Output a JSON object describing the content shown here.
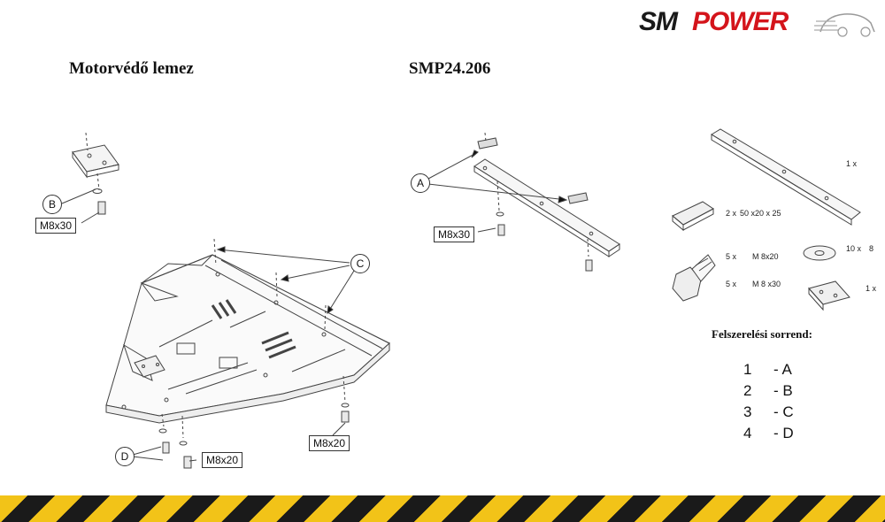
{
  "logo": {
    "sm": "SM",
    "power": "POWER",
    "sm_color": "#1a1a1a",
    "power_color": "#d4141b"
  },
  "header": {
    "title": "Motorvédő lemez",
    "code": "SMP24.206"
  },
  "callouts": {
    "a": "A",
    "b": "B",
    "c": "C",
    "d": "D",
    "bolt_b": "M8x30",
    "bolt_a": "M8x30",
    "bolt_c": "M8x20",
    "bolt_d": "M8x20"
  },
  "parts": [
    {
      "qty": "1 x",
      "desc": ""
    },
    {
      "qty": "2 x",
      "desc": "50  x20  x 25"
    },
    {
      "qty": "10 x",
      "desc": "8"
    },
    {
      "qty": "5 x",
      "desc": "M 8x20"
    },
    {
      "qty": "5 x",
      "desc": "M 8  x30"
    },
    {
      "qty": "1 x",
      "desc": ""
    }
  ],
  "sequence": {
    "title": "Felszerelési sorrend:",
    "steps": [
      {
        "num": "1",
        "label": "- A"
      },
      {
        "num": "2",
        "label": "- B"
      },
      {
        "num": "3",
        "label": "- C"
      },
      {
        "num": "4",
        "label": "- D"
      }
    ]
  },
  "colors": {
    "stripe_yellow": "#f2c318",
    "stripe_black": "#1a1a1a"
  }
}
